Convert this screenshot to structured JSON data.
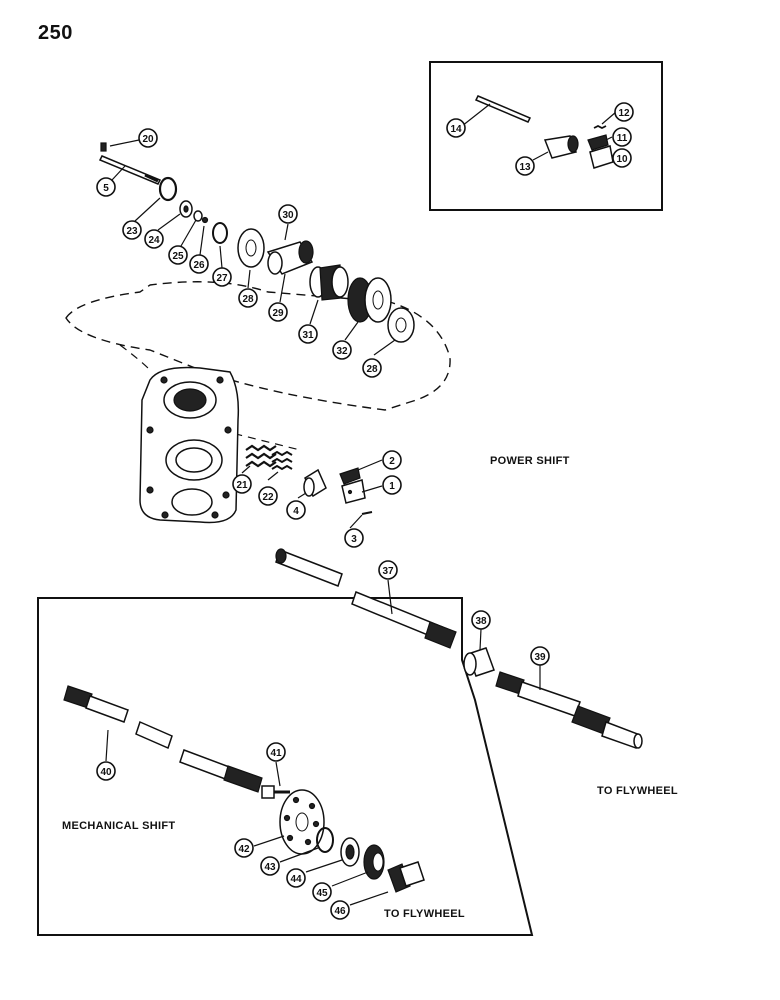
{
  "page_number": "250",
  "captions": {
    "power_shift": "POWER SHIFT",
    "mechanical_shift": "MECHANICAL SHIFT",
    "to_flywheel_main": "TO FLYWHEEL",
    "to_flywheel_inset": "TO FLYWHEEL"
  },
  "callouts": {
    "c1": "1",
    "c2": "2",
    "c3": "3",
    "c4": "4",
    "c5": "5",
    "c10": "10",
    "c11": "11",
    "c12": "12",
    "c13": "13",
    "c14": "14",
    "c20": "20",
    "c21": "21",
    "c22": "22",
    "c23": "23",
    "c24": "24",
    "c25": "25",
    "c26": "26",
    "c27": "27",
    "c28a": "28",
    "c28b": "28",
    "c29": "29",
    "c30": "30",
    "c31": "31",
    "c32": "32",
    "c37": "37",
    "c38": "38",
    "c39": "39",
    "c40": "40",
    "c41": "41",
    "c42": "42",
    "c43": "43",
    "c44": "44",
    "c45": "45",
    "c46": "46"
  }
}
